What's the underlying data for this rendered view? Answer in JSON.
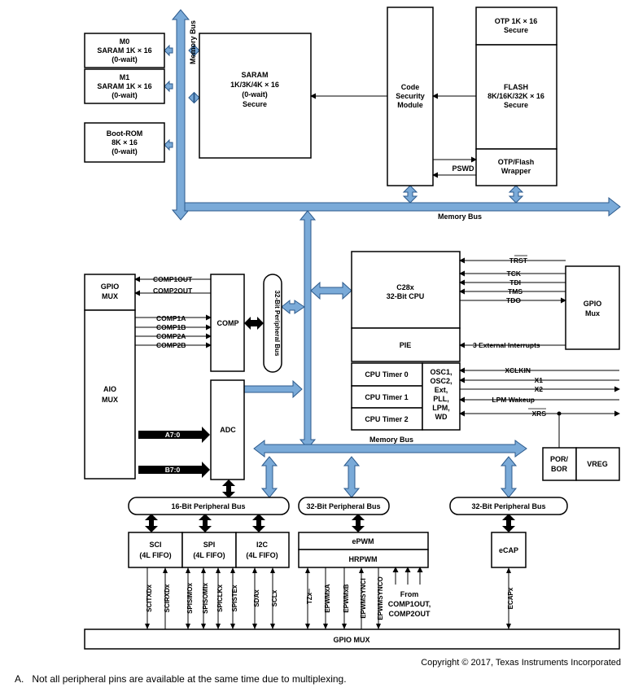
{
  "colors": {
    "bus_fill": "#7aaad8",
    "bus_stroke": "#2c5a8c",
    "ink": "#000000",
    "background": "#ffffff"
  },
  "memory": {
    "m0": [
      "M0",
      "SARAM 1K × 16",
      "(0-wait)"
    ],
    "m1": [
      "M1",
      "SARAM 1K × 16",
      "(0-wait)"
    ],
    "bootrom": [
      "Boot-ROM",
      "8K × 16",
      "(0-wait)"
    ],
    "saram": [
      "SARAM",
      "1K/3K/4K × 16",
      "(0-wait)",
      "Secure"
    ],
    "csm": [
      "Code",
      "Security",
      "Module"
    ],
    "otp": [
      "OTP 1K × 16",
      "Secure"
    ],
    "flash": [
      "FLASH",
      "8K/16K/32K × 16",
      "Secure"
    ],
    "otp_wrapper": [
      "OTP/Flash",
      "Wrapper"
    ],
    "pswd": "PSWD",
    "memory_bus_vertical": "Memory Bus",
    "memory_bus_top": "Memory Bus"
  },
  "analog": {
    "gpio_mux": [
      "GPIO",
      "MUX"
    ],
    "aio_mux": [
      "AIO",
      "MUX"
    ],
    "comp": "COMP",
    "adc": "ADC",
    "comp_out": [
      "COMP1OUT",
      "COMP2OUT"
    ],
    "comp_in": [
      "COMP1A",
      "COMP1B",
      "COMP2A",
      "COMP2B"
    ],
    "a_bus": "A7:0",
    "b_bus": "B7:0",
    "periph_bus_32": "32-Bit Peripheral Bus"
  },
  "cpu": {
    "core": [
      "C28x",
      "32-Bit CPU"
    ],
    "pie": "PIE",
    "timers": [
      "CPU Timer 0",
      "CPU Timer 1",
      "CPU Timer 2"
    ],
    "osc": [
      "OSC1,",
      "OSC2,",
      "Ext,",
      "PLL,",
      "LPM,",
      "WD"
    ],
    "jtag": [
      "TRST",
      "TCK",
      "TDI",
      "TMS",
      "TDO"
    ],
    "ext_int": "3 External Interrupts",
    "clk": [
      "XCLKIN",
      "X1",
      "X2",
      "LPM Wakeup",
      "XRS"
    ],
    "gpio_mux": [
      "GPIO",
      "Mux"
    ],
    "por": [
      "POR/",
      "BOR"
    ],
    "vreg": "VREG",
    "memory_bus_bottom": "Memory Bus"
  },
  "peripherals": {
    "bus16": "16-Bit Peripheral Bus",
    "bus32a": "32-Bit Peripheral Bus",
    "bus32b": "32-Bit Peripheral Bus",
    "sci": [
      "SCI",
      "(4L FIFO)"
    ],
    "spi": [
      "SPI",
      "(4L FIFO)"
    ],
    "i2c": [
      "I2C",
      "(4L FIFO)"
    ],
    "epwm": "ePWM",
    "hrpwm": "HRPWM",
    "ecap": "eCAP",
    "pins": [
      "SCITXDx",
      "SCIRXDx",
      "SPISIMOx",
      "SPISOMIx",
      "SPICLKx",
      "SPISTEx",
      "SDAx",
      "SCLx",
      "TZx",
      "EPWMxA",
      "EPWMxB",
      "EPWMSYNCI",
      "EPWMSYNCO",
      "ECAPx"
    ],
    "from_comp": [
      "From",
      "COMP1OUT,",
      "COMP2OUT"
    ],
    "gpio_mux_bottom": "GPIO MUX"
  },
  "footer": {
    "copyright": "Copyright © 2017, Texas Instruments Incorporated",
    "note": "A.   Not all peripheral pins are available at the same time due to multiplexing."
  }
}
